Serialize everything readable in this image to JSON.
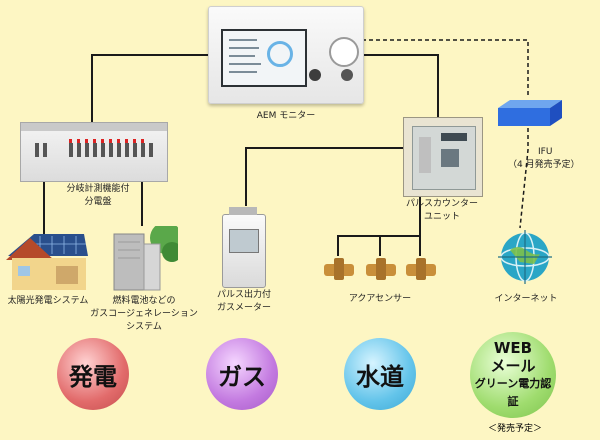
{
  "nodes": {
    "monitor": "AEM モニター",
    "panel": [
      "分岐計測機能付",
      "分電盤"
    ],
    "pulse": [
      "パルスカウンター",
      "ユニット"
    ],
    "ifu": [
      "IFU",
      "（4 月発売予定）"
    ],
    "solar": "太陽光発電システム",
    "fuelcell": [
      "燃料電池などの",
      "ガスコージェネレーション",
      "システム"
    ],
    "gasmeter": [
      "パルス出力付",
      "ガスメーター"
    ],
    "aqua": "アクアセンサー",
    "internet": "インターネット"
  },
  "categories": {
    "power": "発電",
    "gas": "ガス",
    "water": "水道",
    "web": [
      "WEB",
      "メール",
      "グリーン電力認証"
    ],
    "web_note": "＜発売予定＞"
  },
  "colors": {
    "background": "#fdf6c3",
    "wire": "#1a1a1a",
    "power": "#e26b6b",
    "gas": "#c37ae0",
    "water": "#63c4ea",
    "web": "#9fdc6e"
  }
}
